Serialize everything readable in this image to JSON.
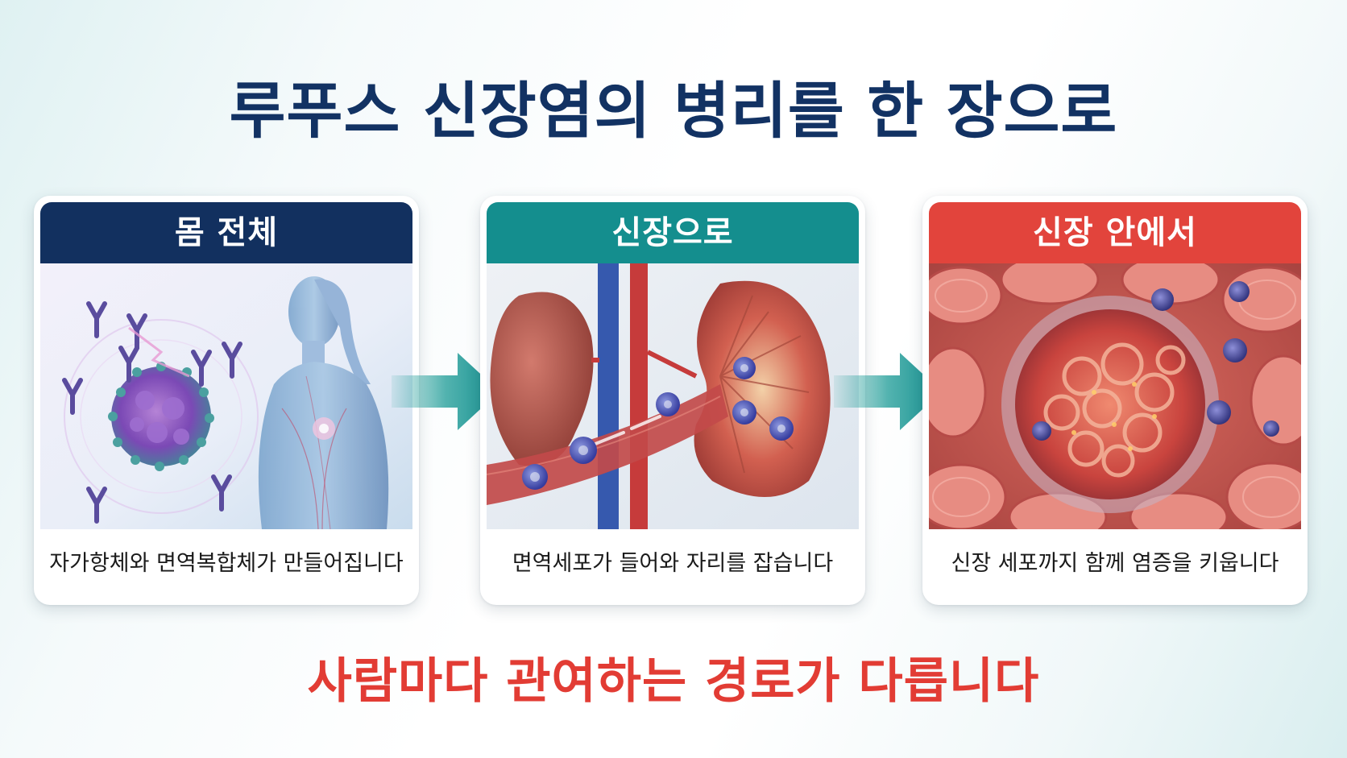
{
  "title": "루푸스 신장염의 병리를 한 장으로",
  "cards": [
    {
      "header": "몸 전체",
      "caption": "자가항체와 면역복합체가 만들어집니다",
      "header_color": "#12305f",
      "illustration": "body-antibody-illustration"
    },
    {
      "header": "신장으로",
      "caption": "면역세포가 들어와 자리를 잡습니다",
      "header_color": "#148e8e",
      "illustration": "kidney-illustration"
    },
    {
      "header": "신장 안에서",
      "caption": "신장 세포까지 함께 염증을 키웁니다",
      "header_color": "#e2443c",
      "illustration": "glomerulus-inflammation-illustration"
    }
  ],
  "arrows": {
    "icon": "arrow-right-icon",
    "color": "#1a9a95"
  },
  "footer": "사람마다 관여하는 경로가 다릅니다",
  "colors": {
    "title": "#123263",
    "footer": "#e23c34"
  }
}
